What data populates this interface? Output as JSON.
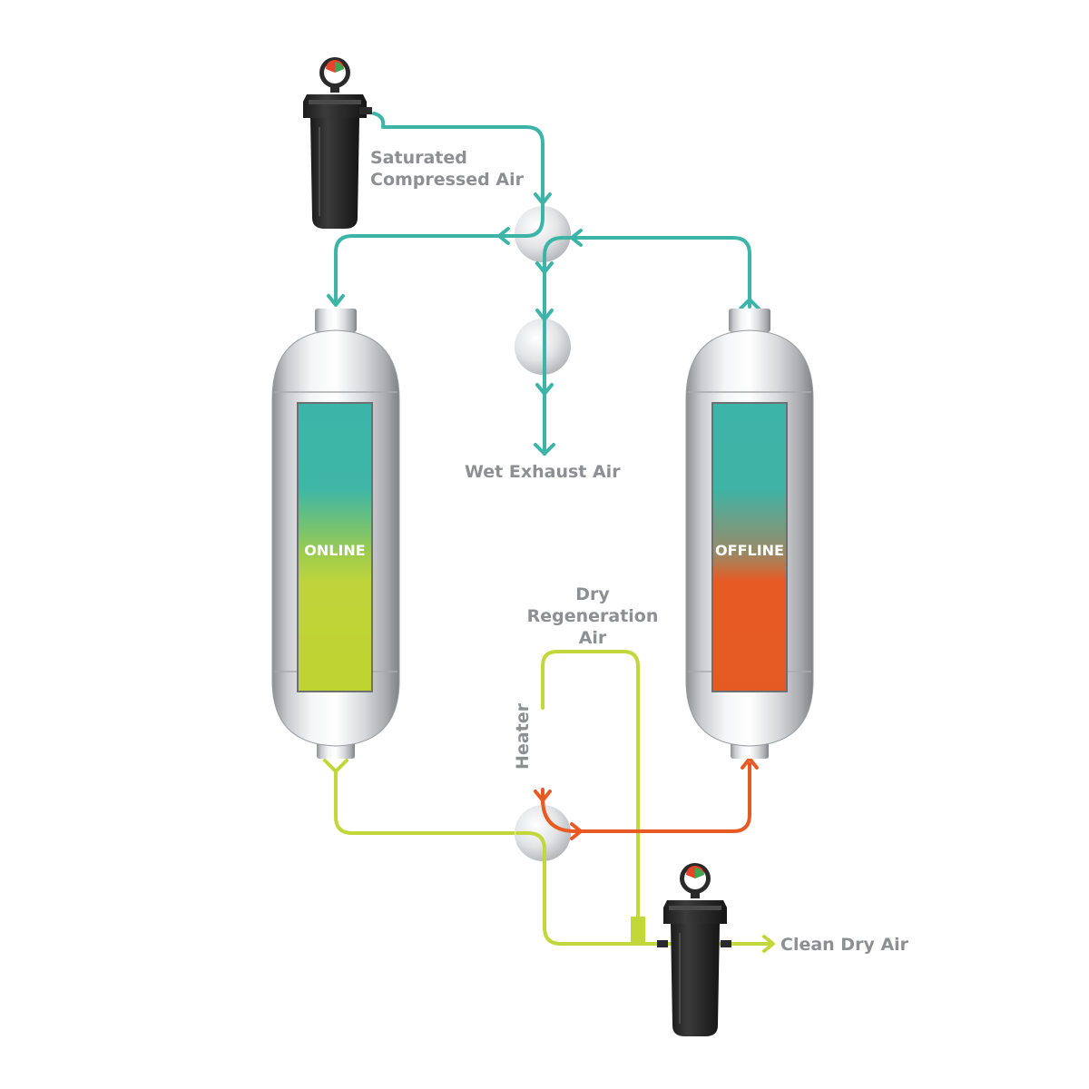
{
  "labels": {
    "saturated_line1": "Saturated",
    "saturated_line2": "Compressed Air",
    "wet_exhaust": "Wet Exhaust Air",
    "dry_regen_line1": "Dry",
    "dry_regen_line2": "Regeneration",
    "dry_regen_line3": "Air",
    "heater": "Heater",
    "clean_dry": "Clean Dry Air",
    "online": "ONLINE",
    "offline": "OFFLINE"
  },
  "colors": {
    "teal": "#3cb5a8",
    "lime": "#c2d83a",
    "orange": "#e85a24",
    "label_gray": "#8e8f92",
    "filter_body": "#2a2a2a"
  }
}
